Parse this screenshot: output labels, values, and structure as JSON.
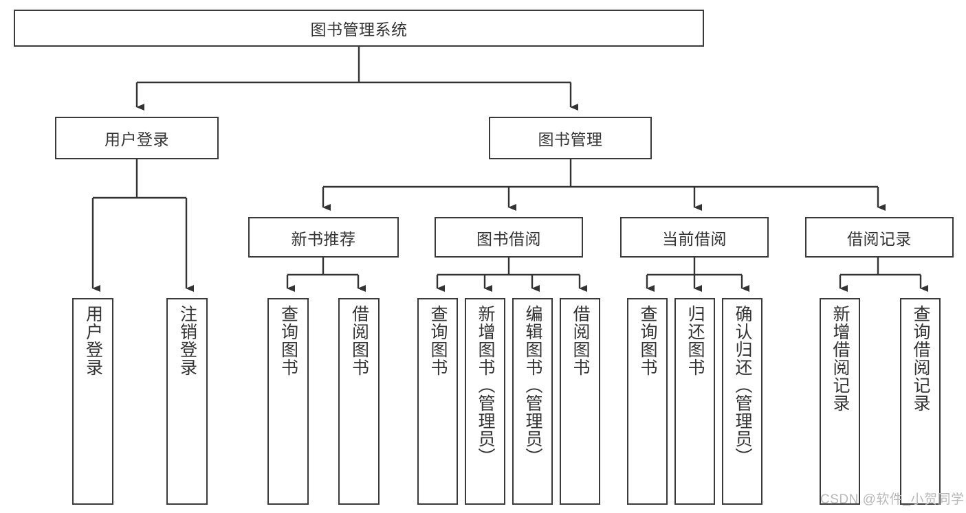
{
  "diagram": {
    "type": "tree-hierarchy",
    "title": "图书管理系统",
    "watermark": "CSDN @软件_小贺同学",
    "colors": {
      "box_border": "#3a3a3a",
      "box_fill": "#ffffff",
      "connector": "#333333",
      "text": "#333333",
      "watermark": "#b9b9b9",
      "background": "#ffffff"
    },
    "levels": {
      "level1": "root",
      "level2": "modules",
      "level3": "submodules",
      "level4": "functions"
    },
    "nodes": {
      "root": {
        "label": "图书管理系统",
        "orientation": "horizontal"
      },
      "user_login": {
        "label": "用户登录",
        "orientation": "horizontal"
      },
      "book_manage": {
        "label": "图书管理",
        "orientation": "horizontal"
      },
      "new_book_rec": {
        "label": "新书推荐",
        "orientation": "horizontal"
      },
      "book_borrow": {
        "label": "图书借阅",
        "orientation": "horizontal"
      },
      "current_borrow": {
        "label": "当前借阅",
        "orientation": "horizontal"
      },
      "borrow_record": {
        "label": "借阅记录",
        "orientation": "horizontal"
      },
      "leaf_user_login": {
        "label": "用户登录",
        "orientation": "vertical"
      },
      "leaf_logout": {
        "label": "注销登录",
        "orientation": "vertical"
      },
      "leaf_query_book_a": {
        "label": "查询图书",
        "orientation": "vertical"
      },
      "leaf_borrow_book_a": {
        "label": "借阅图书",
        "orientation": "vertical"
      },
      "leaf_query_book_b": {
        "label": "查询图书",
        "orientation": "vertical"
      },
      "leaf_add_book": {
        "label": "新增图书（管理员）",
        "orientation": "vertical"
      },
      "leaf_edit_book": {
        "label": "编辑图书（管理员）",
        "orientation": "vertical"
      },
      "leaf_borrow_book_b": {
        "label": "借阅图书",
        "orientation": "vertical"
      },
      "leaf_query_book_c": {
        "label": "查询图书",
        "orientation": "vertical"
      },
      "leaf_return_book": {
        "label": "归还图书",
        "orientation": "vertical"
      },
      "leaf_confirm_return": {
        "label": "确认归还（管理员）",
        "orientation": "vertical"
      },
      "leaf_add_record": {
        "label": "新增借阅记录",
        "orientation": "vertical"
      },
      "leaf_query_record": {
        "label": "查询借阅记录",
        "orientation": "vertical"
      }
    }
  }
}
